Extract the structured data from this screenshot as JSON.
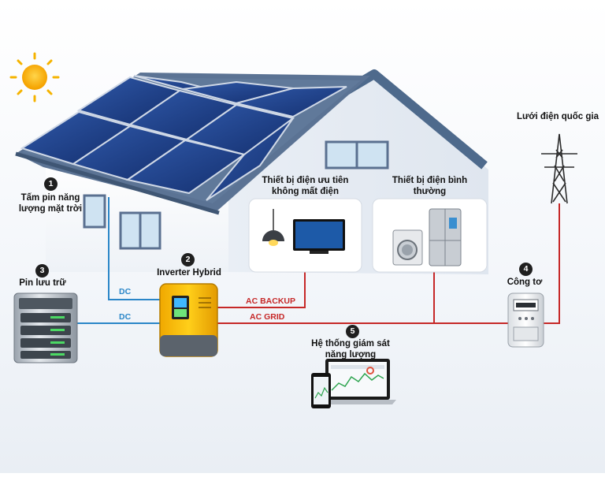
{
  "components": {
    "solar_panel": {
      "number": "1",
      "label_line1": "Tấm pin năng",
      "label_line2": "lượng mặt trời"
    },
    "inverter": {
      "number": "2",
      "label": "Inverter Hybrid"
    },
    "battery": {
      "number": "3",
      "label": "Pin lưu trữ"
    },
    "meter": {
      "number": "4",
      "label": "Công tơ"
    },
    "monitoring": {
      "number": "5",
      "label_line1": "Hệ thống giám sát",
      "label_line2": "năng lượng"
    }
  },
  "loads": {
    "priority": {
      "line1": "Thiết bị điện ưu tiên",
      "line2": "không mất điện"
    },
    "normal": {
      "line1": "Thiết bị điện bình",
      "line2": "thường"
    }
  },
  "grid": {
    "label": "Lưới điện quốc gia"
  },
  "wires": {
    "dc_solar": "DC",
    "dc_battery": "DC",
    "ac_backup": "AC BACKUP",
    "ac_grid": "AC GRID"
  },
  "colors": {
    "dc": "#2a86c8",
    "ac": "#c62828",
    "inverter_body": "#f5b800",
    "panel": "#1e3f86",
    "roof": "#4e6a8c"
  }
}
